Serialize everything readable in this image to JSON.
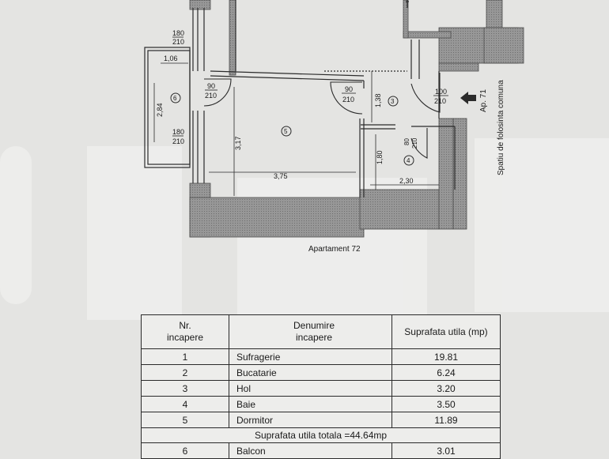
{
  "plan": {
    "dims": {
      "door_top": [
        "180",
        "210"
      ],
      "balcony_width": "1,06",
      "door_left": [
        "90",
        "210"
      ],
      "balcony_height": "2,84",
      "window_balcony": [
        "180",
        "210"
      ],
      "room_height": "3,17",
      "room_width": "3,75",
      "door_mid": [
        "90",
        "210"
      ],
      "hall_dim": "1,38",
      "door_entry": [
        "100",
        "210"
      ],
      "door_bath": [
        "80",
        "210"
      ],
      "bath_height": "1,80",
      "bath_width": "2,30"
    },
    "room_numbers": {
      "r3": "3",
      "r4": "4",
      "r5": "5",
      "r6": "6"
    },
    "side_label_ap": "Ap. 71",
    "side_label_common": "Spatiu de folosinta comuna",
    "caption": "Apartament 72"
  },
  "table": {
    "headers": [
      "Nr.\nincapere",
      "Denumire\nincapere",
      "Suprafata utila (mp)"
    ],
    "rows": [
      {
        "nr": "1",
        "name": "Sufragerie",
        "area": "19.81"
      },
      {
        "nr": "2",
        "name": "Bucatarie",
        "area": "6.24"
      },
      {
        "nr": "3",
        "name": "Hol",
        "area": "3.20"
      },
      {
        "nr": "4",
        "name": "Baie",
        "area": "3.50"
      },
      {
        "nr": "5",
        "name": "Dormitor",
        "area": "11.89"
      }
    ],
    "total": "Suprafata utila totala =44.64mp",
    "extra_rows": [
      {
        "nr": "6",
        "name": "Balcon",
        "area": "3.01"
      }
    ]
  },
  "colors": {
    "paper": "#e4e4e2",
    "wall_hatch": "#8a8a8a",
    "ink": "#1a1a1a",
    "watermark": "#f2f2f0"
  }
}
